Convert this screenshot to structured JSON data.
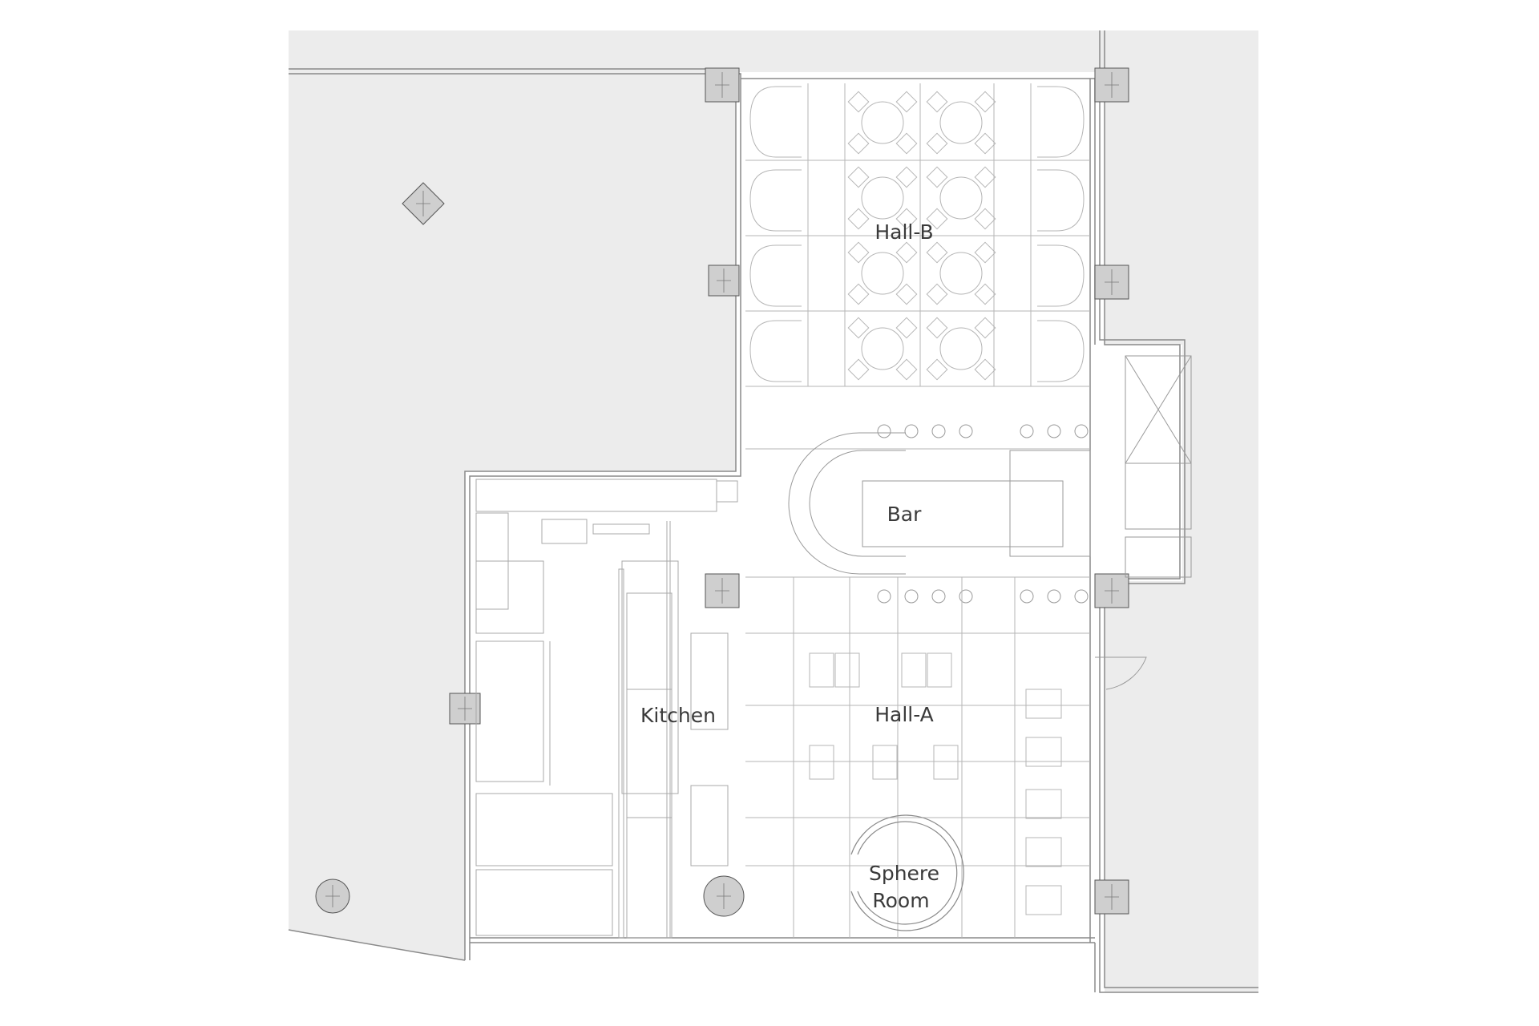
{
  "rooms": {
    "hall_b": "Hall-B",
    "bar": "Bar",
    "kitchen": "Kitchen",
    "hall_a": "Hall-A",
    "sphere_line1": "Sphere",
    "sphere_line2": "Room"
  },
  "colors": {
    "background": "#ffffff",
    "exterior_fill": "#ececec",
    "column_fill": "#cfcfcf",
    "wall_stroke": "#8a8a8a",
    "furniture_stroke": "#b5b5b5",
    "label_text": "#3a3a3a"
  }
}
